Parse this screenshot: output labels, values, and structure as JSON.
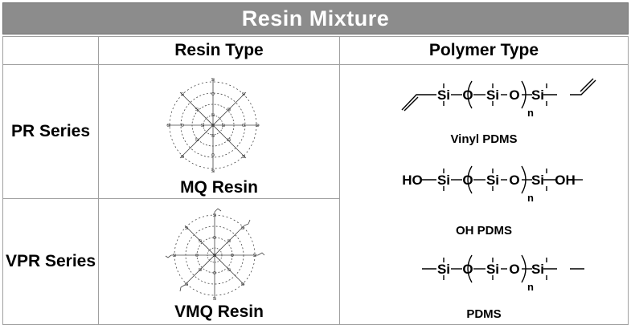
{
  "title": "Resin Mixture",
  "headers": {
    "resin_type": "Resin Type",
    "polymer_type": "Polymer Type"
  },
  "rows": {
    "pr": {
      "label": "PR Series",
      "resin": "MQ Resin"
    },
    "vpr": {
      "label": "VPR Series",
      "resin": "VMQ Resin"
    }
  },
  "polymers": {
    "vinyl": {
      "name": "Vinyl PDMS"
    },
    "oh": {
      "name": "OH PDMS",
      "end_left": "HO",
      "end_right": "OH"
    },
    "plain": {
      "name": "PDMS"
    }
  },
  "atoms": {
    "si": "Si",
    "o": "O",
    "n": "n"
  },
  "colors": {
    "title_bg": "#8c8c8c",
    "grid": "#a0a0a0"
  }
}
